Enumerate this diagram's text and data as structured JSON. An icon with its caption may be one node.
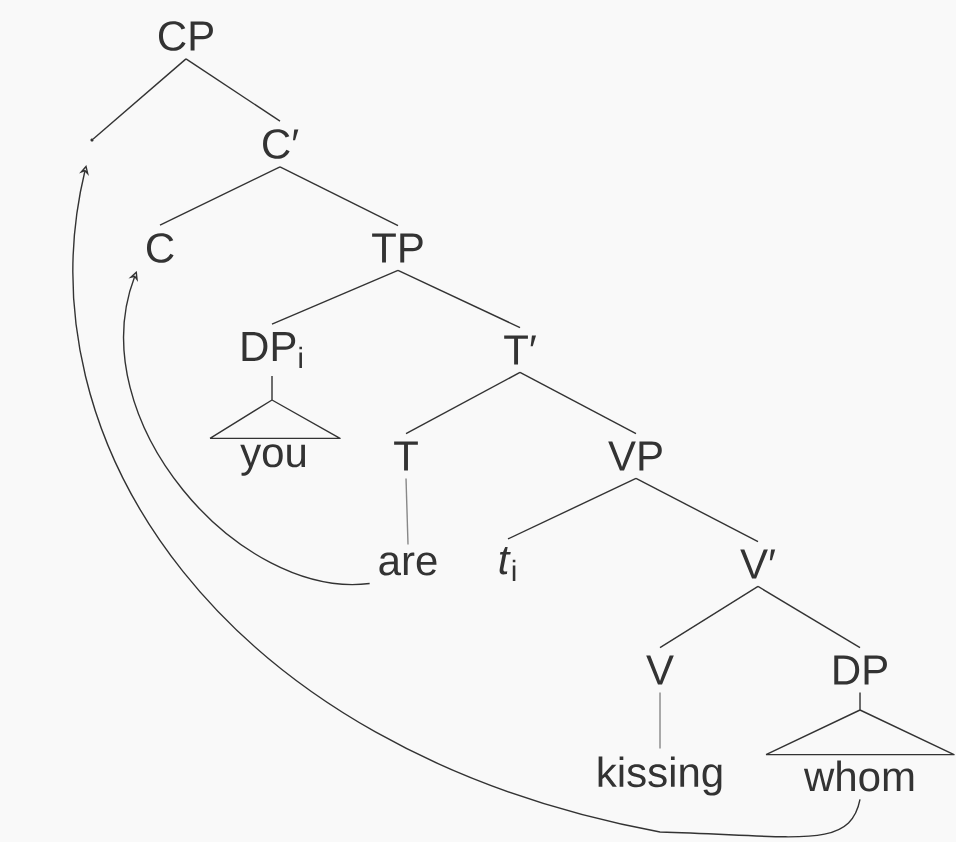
{
  "diagram": {
    "nodes": [
      {
        "text": [
          "CP"
        ]
      },
      {
        "text": [],
        "shape": "point"
      },
      {
        "text": [
          "C′"
        ]
      },
      {
        "text": [
          "C"
        ]
      },
      {
        "text": [
          "TP"
        ]
      },
      {
        "text": [
          "DP$_{i}$"
        ]
      },
      {
        "text": [
          "T′"
        ]
      },
      {
        "text": [
          "you"
        ]
      },
      {
        "text": [
          "T"
        ]
      },
      {
        "text": [
          "VP"
        ]
      },
      {
        "text": [
          "are"
        ]
      },
      {
        "text": [
          "*t*$_{i}$"
        ]
      },
      {
        "text": [
          "V′"
        ]
      },
      {
        "text": [
          "V"
        ]
      },
      {
        "text": [
          "DP"
        ]
      },
      {
        "text": [
          "kissing"
        ]
      },
      {
        "text": [
          "whom"
        ]
      }
    ],
    "edges": [
      {
        "from": 0,
        "to": 1,
        "arrow": "none"
      },
      {
        "from": 0,
        "to": 2,
        "arrow": "none"
      },
      {
        "from": 2,
        "to": 3,
        "arrow": "none"
      },
      {
        "from": 2,
        "to": 4,
        "arrow": "none"
      },
      {
        "from": 4,
        "to": 5,
        "arrow": "none"
      },
      {
        "from": 4,
        "to": 6,
        "arrow": "none"
      },
      {
        "from": 5,
        "to": 7,
        "arrow": "none"
      },
      {
        "from": 6,
        "to": 8,
        "arrow": "none"
      },
      {
        "from": 6,
        "to": 9,
        "arrow": "none"
      },
      {
        "from": 8,
        "to": 10,
        "arrow": "none",
        "color": "#888888"
      },
      {
        "from": 9,
        "to": 11,
        "arrow": "none"
      },
      {
        "from": 9,
        "to": 12,
        "arrow": "none"
      },
      {
        "from": 12,
        "to": 13,
        "arrow": "none"
      },
      {
        "from": 12,
        "to": 14,
        "arrow": "none"
      },
      {
        "from": 13,
        "to": 15,
        "arrow": "none",
        "color": "#888888"
      },
      {
        "from": 14,
        "to": 16,
        "arrow": "none"
      },
      {
        "from": 10,
        "to": 3,
        "arrow": "to"
      },
      {
        "from": 16,
        "to": 1,
        "arrow": "to"
      }
    ]
  }
}
